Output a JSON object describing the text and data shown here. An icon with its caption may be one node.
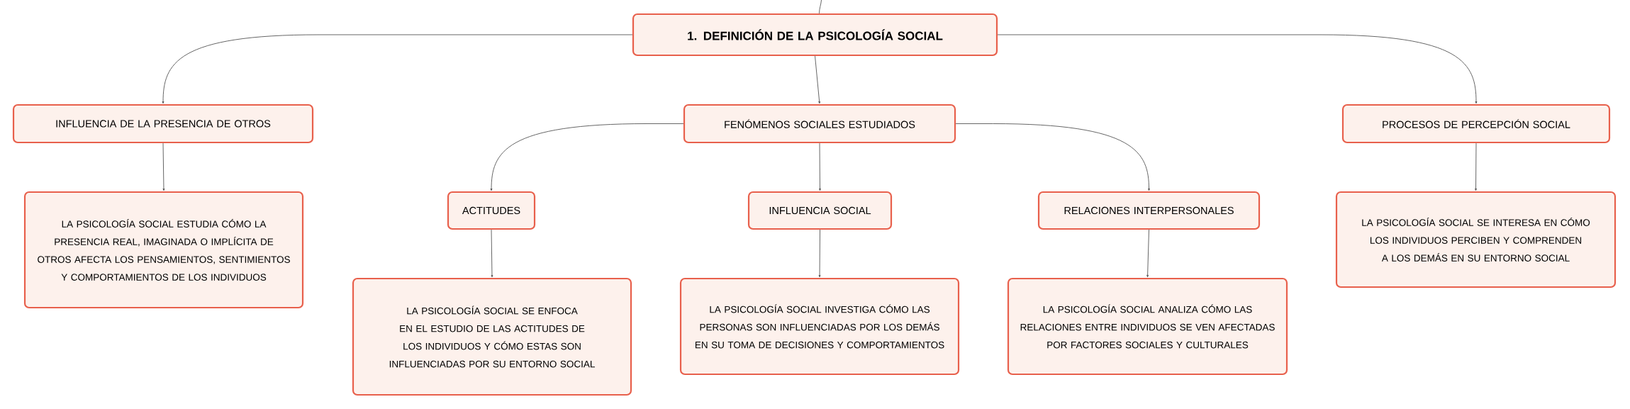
{
  "diagram": {
    "nodes": [
      {
        "text": [
          "1. DEFINICIÓN DE LA PSICOLOGÍA SOCIAL"
        ]
      },
      {
        "text": [
          "INFLUENCIA DE LA PRESENCIA DE OTROS"
        ]
      },
      {
        "text": [
          "FENÓMENOS SOCIALES ESTUDIADOS"
        ]
      },
      {
        "text": [
          "PROCESOS DE PERCEPCIÓN SOCIAL"
        ]
      },
      {
        "text": [
          "LA PSICOLOGÍA SOCIAL ESTUDIA CÓMO LA PRESENCIA REAL, IMAGINADA O IMPLÍCITA DE OTROS AFECTA LOS PENSAMIENTOS, SENTIMIENTOS Y COMPORTAMIENTOS DE LOS INDIVIDUOS"
        ]
      },
      {
        "text": [
          "ACTITUDES"
        ]
      },
      {
        "text": [
          "INFLUENCIA SOCIAL"
        ]
      },
      {
        "text": [
          "RELACIONES INTERPERSONALES"
        ]
      },
      {
        "text": [
          "LA PSICOLOGÍA SOCIAL SE ENFOCA EN EL ESTUDIO DE LAS ACTITUDES DE LOS INDIVIDUOS Y CÓMO ESTAS SON INFLUENCIADAS POR SU ENTORNO SOCIAL"
        ]
      },
      {
        "text": [
          "LA PSICOLOGÍA SOCIAL INVESTIGA CÓMO LAS PERSONAS SON INFLUENCIADAS POR LOS DEMÁS EN SU TOMA DE DECISIONES Y COMPORTAMIENTOS"
        ]
      },
      {
        "text": [
          "LA PSICOLOGÍA SOCIAL ANALIZA CÓMO LAS RELACIONES ENTRE INDIVIDUOS SE VEN AFECTADAS POR FACTORES SOCIALES Y CULTURALES"
        ]
      },
      {
        "text": [
          "LA PSICOLOGÍA SOCIAL SE INTERESA EN CÓMO LOS INDIVIDUOS PERCIBEN Y COMPRENDEN A LOS DEMÁS EN SU ENTORNO SOCIAL"
        ]
      }
    ],
    "edges": [
      {
        "from": null,
        "to": 0,
        "arrow": "none"
      },
      {
        "from": 0,
        "to": 1,
        "arrow": "to"
      },
      {
        "from": 0,
        "to": 2,
        "arrow": "to"
      },
      {
        "from": 0,
        "to": 3,
        "arrow": "to"
      },
      {
        "from": 1,
        "to": 4,
        "arrow": "to"
      },
      {
        "from": 2,
        "to": 5,
        "arrow": "to"
      },
      {
        "from": 2,
        "to": 6,
        "arrow": "to"
      },
      {
        "from": 2,
        "to": 7,
        "arrow": "to"
      },
      {
        "from": 5,
        "to": 8,
        "arrow": "to"
      },
      {
        "from": 6,
        "to": 9,
        "arrow": "to"
      },
      {
        "from": 7,
        "to": 10,
        "arrow": "to"
      },
      {
        "from": 3,
        "to": 11,
        "arrow": "to"
      }
    ]
  }
}
